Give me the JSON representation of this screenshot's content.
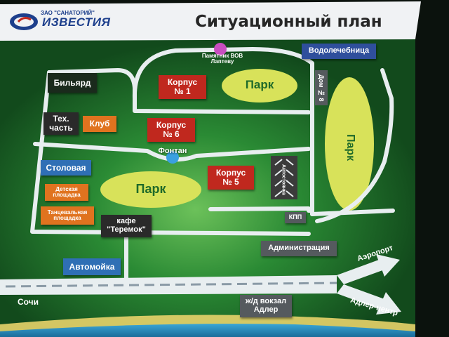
{
  "header": {
    "logo_small": "ЗАО \"САНАТОРИЙ\"",
    "logo_big": "ИЗВЕСТИЯ",
    "title": "Ситуационный план"
  },
  "buildings": {
    "billiard": "Бильярд",
    "korpus1": "Корпус\n№ 1",
    "tech": "Тех.\nчасть",
    "club": "Клуб",
    "korpus6": "Корпус\n№ 6",
    "canteen": "Столовая",
    "korpus5": "Корпус\n№ 5",
    "kids": "Детская\nплощадка",
    "dance": "Танцевальная\nплощадка",
    "cafe": "кафе\n\"Теремок\"",
    "hydro": "Водолечебница",
    "house8": "Дом № 8",
    "kpp": "КПП",
    "admin": "Администрация",
    "carwash": "Автомойка",
    "parking": "Автостоянка"
  },
  "landmarks": {
    "monument": "Памятник ВОВ\nЛаптеву",
    "fountain": "Фонтан"
  },
  "parks": {
    "park_top": "Парк",
    "park_mid": "Парк",
    "park_right": "Парк"
  },
  "directions": {
    "sochi": "Сочи",
    "airport": "Аэропорт",
    "adler_center": "Адлер-центр",
    "station": "ж/д вокзал\nАдлер"
  },
  "colors": {
    "board_green": "#1f7a2c",
    "road": "#e8eef0",
    "header_bg": "#f0f2f4",
    "park": "#d8e25a",
    "red_label": "#c0281e",
    "orange_label": "#e0731f",
    "blue_label": "#2f6fb5",
    "dark_label": "#2a2a2a",
    "grey_label": "#555a5e",
    "fountain": "#3aa0e0",
    "monument": "#c84ec0"
  }
}
